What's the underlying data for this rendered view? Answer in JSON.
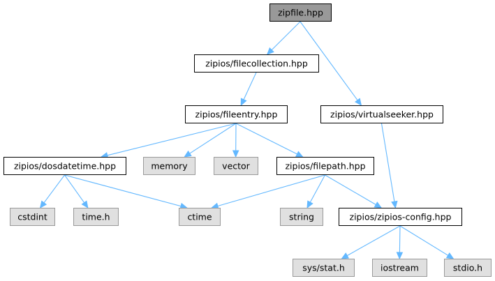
{
  "colors": {
    "root_fill": "#999999",
    "project_fill": "#ffffff",
    "system_fill": "#e0e0e0",
    "node_border": "#000000",
    "system_border": "#999999",
    "edge": "#63b8ff"
  },
  "nodes": [
    {
      "id": "zipfile",
      "label": "zipfile.hpp",
      "kind": "root"
    },
    {
      "id": "filecollection",
      "label": "zipios/filecollection.hpp",
      "kind": "project"
    },
    {
      "id": "fileentry",
      "label": "zipios/fileentry.hpp",
      "kind": "project"
    },
    {
      "id": "virtualseeker",
      "label": "zipios/virtualseeker.hpp",
      "kind": "project"
    },
    {
      "id": "dosdatetime",
      "label": "zipios/dosdatetime.hpp",
      "kind": "project"
    },
    {
      "id": "memory",
      "label": "memory",
      "kind": "system"
    },
    {
      "id": "vector",
      "label": "vector",
      "kind": "system"
    },
    {
      "id": "filepath",
      "label": "zipios/filepath.hpp",
      "kind": "project"
    },
    {
      "id": "cstdint",
      "label": "cstdint",
      "kind": "system"
    },
    {
      "id": "timeh",
      "label": "time.h",
      "kind": "system"
    },
    {
      "id": "ctime",
      "label": "ctime",
      "kind": "system"
    },
    {
      "id": "string",
      "label": "string",
      "kind": "system"
    },
    {
      "id": "zipiosconfig",
      "label": "zipios/zipios-config.hpp",
      "kind": "project"
    },
    {
      "id": "sysstat",
      "label": "sys/stat.h",
      "kind": "system"
    },
    {
      "id": "iostream",
      "label": "iostream",
      "kind": "system"
    },
    {
      "id": "stdioh",
      "label": "stdio.h",
      "kind": "system"
    }
  ],
  "edges": [
    [
      "zipfile",
      "filecollection"
    ],
    [
      "zipfile",
      "virtualseeker"
    ],
    [
      "filecollection",
      "fileentry"
    ],
    [
      "fileentry",
      "dosdatetime"
    ],
    [
      "fileentry",
      "memory"
    ],
    [
      "fileentry",
      "vector"
    ],
    [
      "fileentry",
      "filepath"
    ],
    [
      "virtualseeker",
      "zipiosconfig"
    ],
    [
      "dosdatetime",
      "cstdint"
    ],
    [
      "dosdatetime",
      "timeh"
    ],
    [
      "dosdatetime",
      "ctime"
    ],
    [
      "filepath",
      "ctime"
    ],
    [
      "filepath",
      "string"
    ],
    [
      "filepath",
      "zipiosconfig"
    ],
    [
      "zipiosconfig",
      "sysstat"
    ],
    [
      "zipiosconfig",
      "iostream"
    ],
    [
      "zipiosconfig",
      "stdioh"
    ]
  ]
}
